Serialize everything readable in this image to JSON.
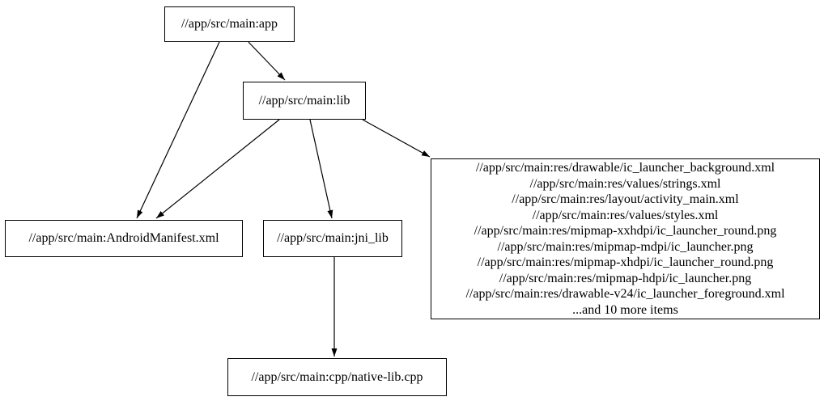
{
  "diagram": {
    "type": "dependency-graph",
    "background_color": "#ffffff",
    "node_border_color": "#000000",
    "node_fill_color": "#ffffff",
    "edge_color": "#000000",
    "nodes": {
      "app": {
        "label": "//app/src/main:app"
      },
      "lib": {
        "label": "//app/src/main:lib"
      },
      "manifest": {
        "label": "//app/src/main:AndroidManifest.xml"
      },
      "jni_lib": {
        "label": "//app/src/main:jni_lib"
      },
      "native": {
        "label": "//app/src/main:cpp/native-lib.cpp"
      },
      "res": {
        "lines": [
          "//app/src/main:res/drawable/ic_launcher_background.xml",
          "//app/src/main:res/values/strings.xml",
          "//app/src/main:res/layout/activity_main.xml",
          "//app/src/main:res/values/styles.xml",
          "//app/src/main:res/mipmap-xxhdpi/ic_launcher_round.png",
          "//app/src/main:res/mipmap-mdpi/ic_launcher.png",
          "//app/src/main:res/mipmap-xhdpi/ic_launcher_round.png",
          "//app/src/main:res/mipmap-hdpi/ic_launcher.png",
          "//app/src/main:res/drawable-v24/ic_launcher_foreground.xml",
          "...and 10 more items"
        ]
      }
    },
    "edges": [
      {
        "from": "//app/src/main:app",
        "to": "//app/src/main:lib"
      },
      {
        "from": "//app/src/main:app",
        "to": "//app/src/main:AndroidManifest.xml"
      },
      {
        "from": "//app/src/main:lib",
        "to": "//app/src/main:AndroidManifest.xml"
      },
      {
        "from": "//app/src/main:lib",
        "to": "//app/src/main:jni_lib"
      },
      {
        "from": "//app/src/main:lib",
        "to": "//app/src/main:res (file group)"
      },
      {
        "from": "//app/src/main:jni_lib",
        "to": "//app/src/main:cpp/native-lib.cpp"
      }
    ]
  }
}
